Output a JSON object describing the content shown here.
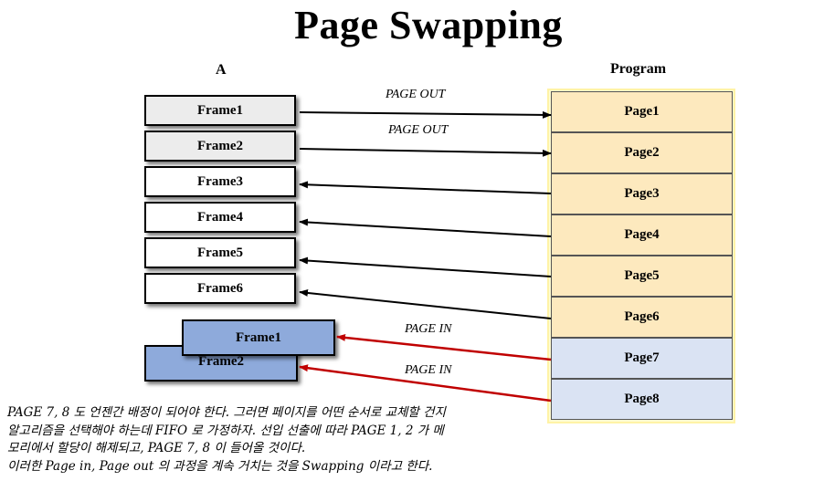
{
  "title": "Page Swapping",
  "memory": {
    "label": "A",
    "frames": [
      "Frame1",
      "Frame2",
      "Frame3",
      "Frame4",
      "Frame5",
      "Frame6"
    ],
    "released_frames": [
      "Frame1",
      "Frame2"
    ]
  },
  "program": {
    "label": "Program",
    "pages": [
      "Page1",
      "Page2",
      "Page3",
      "Page4",
      "Page5",
      "Page6",
      "Page7",
      "Page8"
    ]
  },
  "arrows": {
    "page_out_label": "PAGE OUT",
    "page_in_label": "PAGE IN",
    "out_color": "#000000",
    "in_color": "#c00000"
  },
  "colors": {
    "program_background": "#fffbd1",
    "page_yellow": "#fde9be",
    "page_blue": "#dae3f3",
    "frame_gray": "#ececec",
    "frame_blue": "#8eaadb"
  },
  "description": [
    "PAGE 7, 8 도 언젠간 배정이 되어야 한다. 그러면 페이지를 어떤 순서로 교체할 건지",
    "알고리즘을 선택해야 하는데 FIFO 로 가정하자.  선입 선출에 따라 PAGE 1, 2 가 메",
    "모리에서 할당이 해제되고, PAGE 7, 8 이 들어올 것이다.",
    "이러한 Page in, Page out 의 과정을 계속 거치는 것을 Swapping 이라고 한다."
  ]
}
